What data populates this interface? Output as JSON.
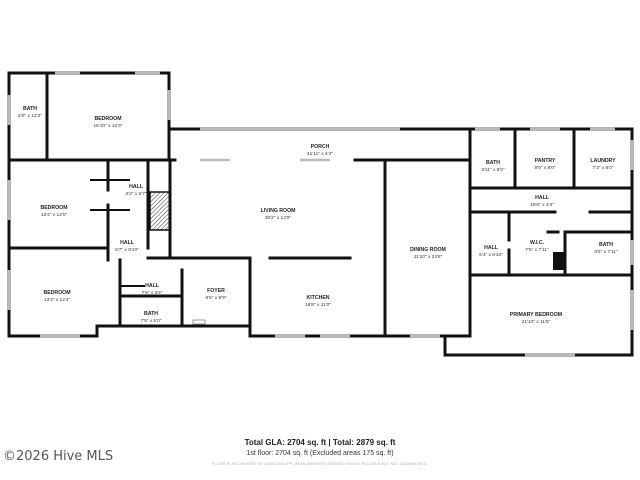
{
  "rooms": [
    {
      "id": "bath-nw",
      "name": "BATH",
      "dim": "5'0\" x 12'3\""
    },
    {
      "id": "bedroom-top",
      "name": "BEDROOM",
      "dim": "16'10\" x 12'3\""
    },
    {
      "id": "porch",
      "name": "PORCH",
      "dim": "41'11\" x 4'4\""
    },
    {
      "id": "bedroom-mid",
      "name": "BEDROOM",
      "dim": "13'4\" x 12'0\""
    },
    {
      "id": "hall-small",
      "name": "HALL",
      "dim": "3'2\" x 6'7\""
    },
    {
      "id": "living-room",
      "name": "LIVING ROOM",
      "dim": "30'2\" x 13'9\""
    },
    {
      "id": "hall-left",
      "name": "HALL",
      "dim": "5'7\" x 8'10\""
    },
    {
      "id": "bedroom-low",
      "name": "BEDROOM",
      "dim": "13'4\" x 12'4\""
    },
    {
      "id": "hall-mini",
      "name": "HALL",
      "dim": "7'9\" x 3'4\""
    },
    {
      "id": "foyer",
      "name": "FOYER",
      "dim": "9'6\" x 8'9\""
    },
    {
      "id": "bath-sw",
      "name": "BATH",
      "dim": "7'9\" x 5'0\""
    },
    {
      "id": "kitchen",
      "name": "KITCHEN",
      "dim": "18'8\" x 11'0\""
    },
    {
      "id": "dining-room",
      "name": "DINING ROOM",
      "dim": "11'10\" x 24'8\""
    },
    {
      "id": "bath-ne",
      "name": "BATH",
      "dim": "5'11\" x 8'0\""
    },
    {
      "id": "pantry",
      "name": "PANTRY",
      "dim": "8'0\" x 8'0\""
    },
    {
      "id": "laundry",
      "name": "LAUNDRY",
      "dim": "7'3\" x 8'0\""
    },
    {
      "id": "hall-east",
      "name": "HALL",
      "dim": "19'6\" x 4'4\""
    },
    {
      "id": "hall-east-small",
      "name": "HALL",
      "dim": "5'4\" x 6'10\""
    },
    {
      "id": "wic",
      "name": "W.I.C.",
      "dim": "7'5\" x 7'11\""
    },
    {
      "id": "bath-primary",
      "name": "BATH",
      "dim": "8'5\" x 7'11\""
    },
    {
      "id": "primary-bedroom",
      "name": "PRIMARY BEDROOM",
      "dim": "21'10\" x 11'8\""
    }
  ],
  "summary": {
    "total": "Total GLA: 2704 sq. ft | Total: 2879 sq. ft",
    "floor": "1st floor: 2704 sq. ft (Excluded areas 175 sq. ft)",
    "disclaimer": "FLOOR PLAN CREATED BY CUBICASA APP. MEASUREMENTS DEEMED HIGHLY RELIABLE BUT NOT GUARANTEED."
  },
  "watermark": "©2026 Hive MLS",
  "colors": {
    "wall": "#111111",
    "window": "#bbbbbb",
    "label": "#222222"
  }
}
